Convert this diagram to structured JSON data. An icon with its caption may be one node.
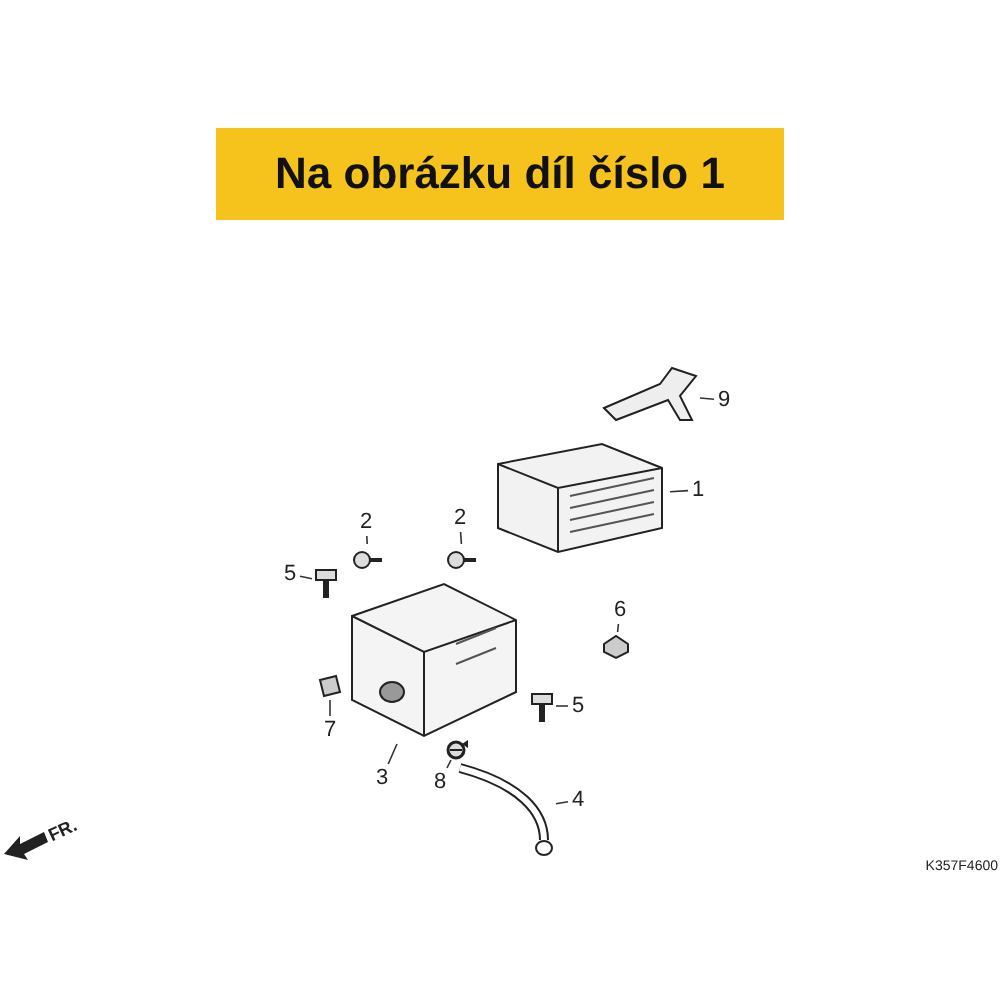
{
  "diagram": {
    "nodes": [
      {
        "text": [
          "Na obrázku díl číslo 1"
        ]
      },
      {
        "text": [],
        "shape": "picture"
      },
      {
        "text": [],
        "shape": "picture"
      },
      {
        "text": [],
        "shape": "picture"
      },
      {
        "text": [],
        "shape": "picture"
      },
      {
        "text": [],
        "shape": "picture"
      },
      {
        "text": [],
        "shape": "picture"
      },
      {
        "text": [],
        "shape": "picture"
      },
      {
        "text": [],
        "shape": "picture"
      },
      {
        "text": [],
        "shape": "picture"
      },
      {
        "text": [],
        "shape": "picture"
      },
      {
        "text": [],
        "shape": "picture"
      },
      {
        "text": [
          "1"
        ]
      },
      {
        "text": [
          "9"
        ]
      },
      {
        "text": [
          "2"
        ]
      },
      {
        "text": [
          "2"
        ]
      },
      {
        "text": [
          "5"
        ]
      },
      {
        "text": [
          "3"
        ]
      },
      {
        "text": [
          "7"
        ]
      },
      {
        "text": [
          "6"
        ]
      },
      {
        "text": [
          "5"
        ]
      },
      {
        "text": [
          "8"
        ]
      },
      {
        "text": [
          "4"
        ]
      }
    ],
    "edges": [
      {
        "from": 12,
        "to": 1,
        "arrow": "none"
      },
      {
        "from": 13,
        "to": 2,
        "arrow": "none"
      },
      {
        "from": 14,
        "to": 3,
        "arrow": "none"
      },
      {
        "from": 15,
        "to": 4,
        "arrow": "none"
      },
      {
        "from": 16,
        "to": 5,
        "arrow": "none"
      },
      {
        "from": 17,
        "to": 6,
        "arrow": "none"
      },
      {
        "from": 18,
        "to": 7,
        "arrow": "none"
      },
      {
        "from": 19,
        "to": 8,
        "arrow": "none"
      },
      {
        "from": 20,
        "to": 9,
        "arrow": "none"
      },
      {
        "from": 21,
        "to": 10,
        "arrow": "none"
      },
      {
        "from": 22,
        "to": 11,
        "arrow": "none"
      }
    ],
    "labels": [
      "FR.",
      "K357F4600"
    ]
  }
}
